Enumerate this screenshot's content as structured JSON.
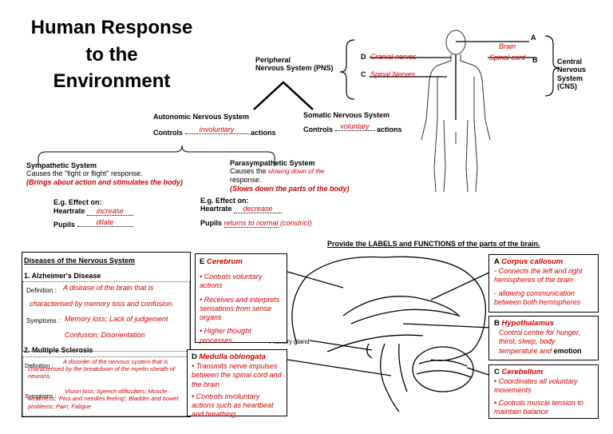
{
  "title": [
    "Human Response",
    "to the",
    "Environment"
  ],
  "pns": {
    "label": "Peripheral\nNervous System (PNS)"
  },
  "cns": {
    "label": "Central\nNervous\nSystem\n(CNS)"
  },
  "body_labels": {
    "brain": "Brain",
    "spinal_cord": "Spinal cord",
    "cranial": "Cranial nerves",
    "spinal_nerves": "Spinal Nerves",
    "A": "A",
    "B": "B",
    "C": "C",
    "D": "D"
  },
  "autonomic": {
    "title": "Autonomic Nervous System",
    "controls": "Controls",
    "answer": "involuntary",
    "actions": "actions"
  },
  "somatic": {
    "title": "Somatic Nervous System",
    "controls": "Controls",
    "answer": "voluntary",
    "actions": "actions"
  },
  "sympathetic": {
    "title": "Sympathetic System",
    "desc": "Causes the \"fight or flight\" response.",
    "note": "(Brings about action and stimulates the body)",
    "eg": "E.g.  Effect on:",
    "heartrate": "Heartrate",
    "heartrate_ans": "increase",
    "pupils": "Pupils",
    "pupils_ans": "dilate"
  },
  "parasympathetic": {
    "title": "Parasympathetic System",
    "desc1": "Causes the",
    "desc_ans": "slowing down of the",
    "desc2": "response.",
    "note": "(Slows down the parts of the body)",
    "eg": "E.g.  Effect on:",
    "heartrate": "Heartrate",
    "heartrate_ans": "decrease",
    "pupils": "Pupils",
    "pupils_ans": "returns to normal",
    "pupils_extra": "(constrict)"
  },
  "diseases": {
    "heading": "Diseases of the Nervous System",
    "d1_title": "1.    Alzheimer's Disease",
    "d1_def_label": "Definition :",
    "d1_def": "A disease of the brain that is",
    "d1_def2": "characterised by memory loss and confusion.",
    "d1_sym_label": "Symptoms :",
    "d1_sym": "Memory loss; Lack of judgement",
    "d1_sym2": "Confusion; Disorientation",
    "d2_title": "2.    Multiple Sclerosis",
    "d2_def_label": "Definition :",
    "d2_def": "A disorder of the nervous system that is characterised by the breakdown of the myelin sheath of neurons.",
    "d2_sym_label": "Symptoms :",
    "d2_sym": "Vision loss; Speech difficulties; Muscle weakness; 'Pins and needles feeling'; Bladder and bowel problems; Pain; Fatigue"
  },
  "brain_heading": "Provide the LABELS and FUNCTIONS of the parts of the brain.",
  "pituitary": "Pituitary gland",
  "box_E": {
    "letter": "E",
    "name": "Cerebrum",
    "points": [
      "Controls voluntary actions",
      "Receives and interprets sensations from sense organs",
      "Higher thought processes"
    ]
  },
  "box_D": {
    "letter": "D",
    "name": "Medulla oblongata",
    "points": [
      "Transmits nerve impulses between the spinal cord and the brain",
      "Controls involuntary actions such as heartbeat and breathing"
    ]
  },
  "box_A": {
    "letter": "A",
    "name": "Corpus callosum",
    "points": [
      "- Connects the left and right hemispheres of the brain",
      "- allowing communication between both hemispheres"
    ]
  },
  "box_B": {
    "letter": "B",
    "name": "Hypothalamus",
    "text": "Control centre for hunger, thirst, sleep, body temperature and",
    "text_bold": "emotion"
  },
  "box_C": {
    "letter": "C",
    "name": "Cerebellum",
    "points": [
      "Coordinates all voluntary movements",
      "Controls muscle tension to maintain balance"
    ]
  },
  "colors": {
    "answer": "#d10000",
    "line": "#000000"
  }
}
